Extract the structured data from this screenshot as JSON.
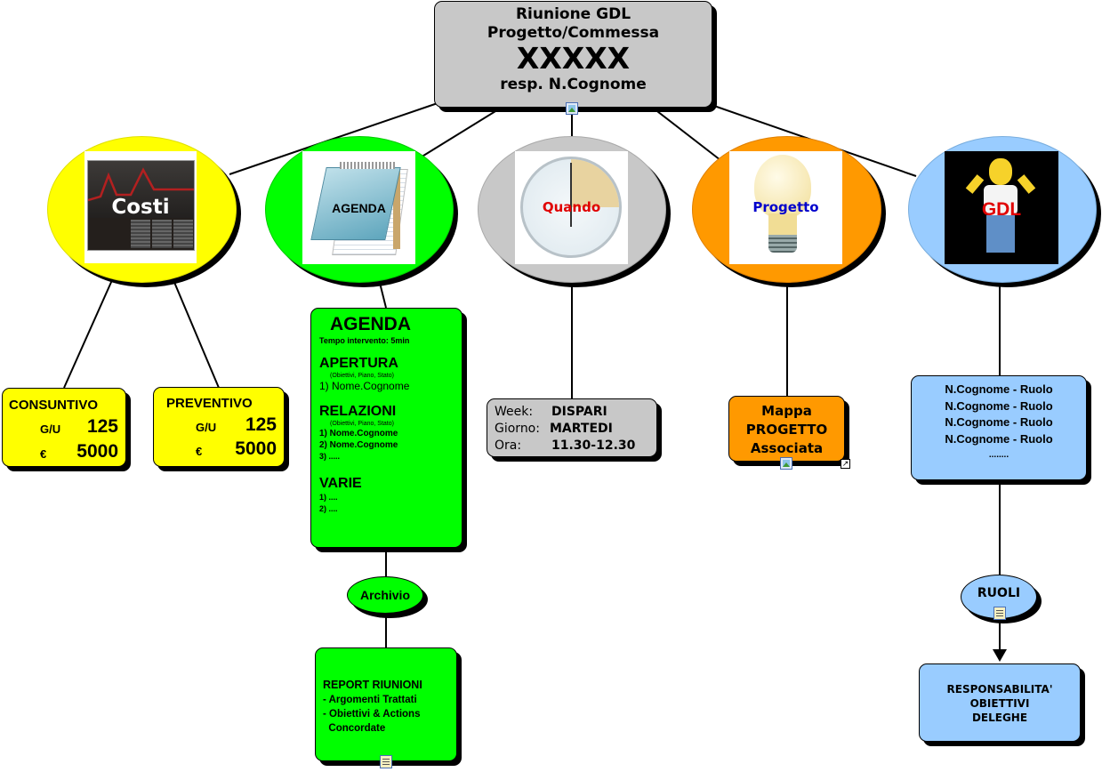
{
  "root": {
    "line1": "Riunione GDL",
    "line2": "Progetto/Commessa",
    "line3": "XXXXX",
    "line4": "resp. N.Cognome",
    "color": "#c8c8c8"
  },
  "topics": {
    "costi": {
      "label": "Costi",
      "color": "#ffff00"
    },
    "agenda": {
      "label": "AGENDA",
      "color": "#00ff00"
    },
    "quando": {
      "label": "Quando",
      "color": "#c8c8c8"
    },
    "progetto": {
      "label": "Progetto",
      "color": "#ff9900"
    },
    "gdl": {
      "label": "GDL",
      "color": "#99ccff"
    }
  },
  "costs": {
    "consuntivo": {
      "title": "CONSUNTIVO",
      "gu_label": "G/U",
      "gu_value": "125",
      "eur_label": "€",
      "eur_value": "5000"
    },
    "preventivo": {
      "title": "PREVENTIVO",
      "gu_label": "G/U",
      "gu_value": "125",
      "eur_label": "€",
      "eur_value": "5000"
    }
  },
  "agenda_box": {
    "title": "AGENDA",
    "time": "Tempo intervento: 5min",
    "apertura": {
      "title": "APERTURA",
      "note": "(Obiettivi, Piano, Stato)",
      "items": [
        "1) Nome.Cognome"
      ]
    },
    "relazioni": {
      "title": "RELAZIONI",
      "note": "(Obiettivi, Piano, Stato)",
      "items": [
        "1) Nome.Cognome",
        "2) Nome.Cognome",
        "3) ....."
      ]
    },
    "varie": {
      "title": "VARIE",
      "items": [
        "1) ....",
        "2) ...."
      ]
    }
  },
  "archivio": {
    "label": "Archivio"
  },
  "report": {
    "title": "REPORT RIUNIONI",
    "lines": [
      "- Argomenti Trattati",
      "- Obiettivi & Actions",
      "  Concordate"
    ]
  },
  "schedule": {
    "week_label": "Week:",
    "week_value": "DISPARI",
    "day_label": "Giorno:",
    "day_value": "MARTEDI",
    "time_label": "Ora:",
    "time_value": "11.30-12.30"
  },
  "mappa": {
    "line1": "Mappa",
    "line2": "PROGETTO",
    "line3": "Associata"
  },
  "members": {
    "items": [
      "N.Cognome - Ruolo",
      "N.Cognome - Ruolo",
      "N.Cognome - Ruolo",
      "N.Cognome - Ruolo",
      "........"
    ]
  },
  "ruoli": {
    "label": "RUOLI"
  },
  "responsabilita": {
    "lines": [
      "RESPONSABILITA'",
      "OBIETTIVI",
      "DELEGHE"
    ]
  }
}
